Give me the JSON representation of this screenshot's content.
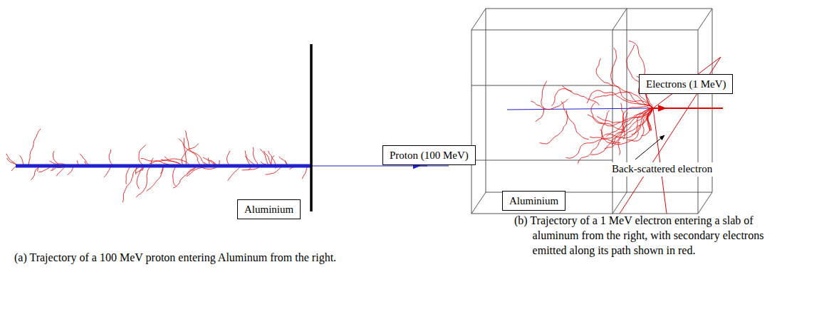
{
  "diagram": {
    "nodes": [
      {
        "text": [
          "Proton (100 MeV)"
        ]
      },
      {
        "text": [
          "Aluminium"
        ]
      },
      {
        "text": [
          "Electrons (1 MeV)"
        ]
      },
      {
        "text": [
          "Aluminium"
        ]
      }
    ],
    "labels": [
      "(a) Trajectory of a 100 MeV proton entering Aluminum from the right.",
      "(b) Trajectory of a 1 MeV electron entering a slab of aluminum from the right, with secondary electrons emitted along its path shown in red.",
      "Back-scattered electron"
    ]
  }
}
